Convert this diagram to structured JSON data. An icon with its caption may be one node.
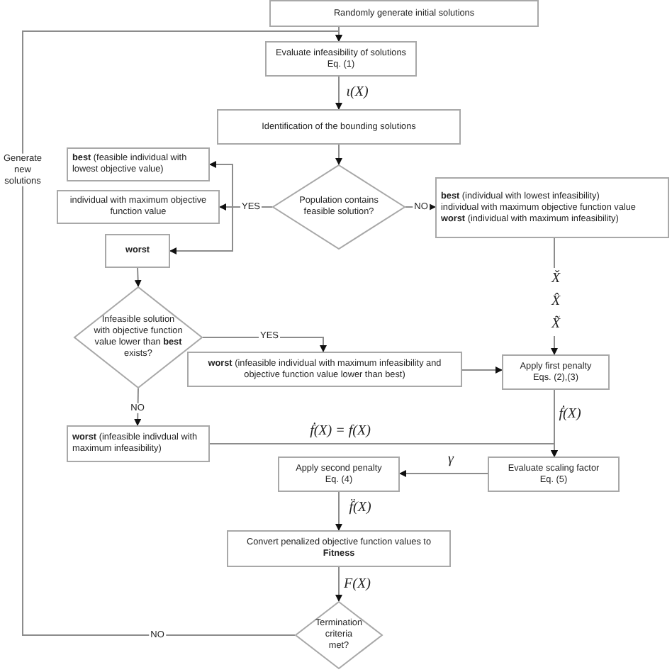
{
  "diagram": {
    "nodes": [
      {
        "text": [
          "Randomly generate initial solutions"
        ]
      },
      {
        "text": [
          "Evaluate infeasibility of solutions",
          "Eq. (1)"
        ]
      },
      {
        "text": [
          "Identification of the bounding solutions"
        ]
      },
      {
        "text": [
          "Population contains feasible solution?"
        ]
      },
      {
        "text": [
          "**best** (feasible individual with lowest objective value)"
        ]
      },
      {
        "text": [
          "individual with maximum objective function value"
        ]
      },
      {
        "text": [
          "worst"
        ]
      },
      {
        "text": [
          "Infeasible solution with objective function value lower than **best** exists?"
        ]
      },
      {
        "text": [
          "**worst** (infeasible individual with maximum infeasibility and objective function value lower than best)"
        ]
      },
      {
        "text": [
          "**best** (individual with lowest infeasibility)",
          "individual with maximum objective function value",
          "**worst** (individual with maximum infeasibility)"
        ]
      },
      {
        "text": [
          "Apply first penalty",
          "Eqs. (2),(3)"
        ]
      },
      {
        "text": [
          "**worst** (infeasible indivdual with maximum infeasibility)"
        ]
      },
      {
        "text": [
          "Evaluate scaling factor",
          "Eq. (5)"
        ]
      },
      {
        "text": [
          "Apply second penalty",
          "Eq. (4)"
        ]
      },
      {
        "text": [
          "Convert penalized objective function values to **Fitness**"
        ]
      },
      {
        "text": [
          "Termination criteria met?"
        ]
      }
    ],
    "edges": [
      {
        "from": 0,
        "to": 1,
        "arrow": "to"
      },
      {
        "from": 1,
        "to": 2,
        "arrow": "to",
        "label": "ι(X)"
      },
      {
        "from": 2,
        "to": 3,
        "arrow": "to"
      },
      {
        "from": 3,
        "to": 5,
        "arrow": "to",
        "label": "YES"
      },
      {
        "from": 3,
        "to": 4,
        "arrow": "to"
      },
      {
        "from": 3,
        "to": 6,
        "arrow": "to"
      },
      {
        "from": 3,
        "to": 9,
        "arrow": "to",
        "label": "NO"
      },
      {
        "from": 6,
        "to": 7,
        "arrow": "to"
      },
      {
        "from": 7,
        "to": 8,
        "arrow": "to",
        "label": "YES"
      },
      {
        "from": 7,
        "to": 11,
        "arrow": "to",
        "label": "NO"
      },
      {
        "from": 8,
        "to": 10,
        "arrow": "to"
      },
      {
        "from": 9,
        "to": 10,
        "arrow": "to",
        "label": "X̌ X̂ X̃"
      },
      {
        "from": 10,
        "to": 12,
        "arrow": "to",
        "label": "ḟ(X)"
      },
      {
        "from": 11,
        "to": 12,
        "arrow": "to",
        "label": "ḟ(X) = f(X)"
      },
      {
        "from": 12,
        "to": 13,
        "arrow": "to",
        "label": "γ"
      },
      {
        "from": 13,
        "to": 14,
        "arrow": "to",
        "label": "f̈(X)"
      },
      {
        "from": 14,
        "to": 15,
        "arrow": "to",
        "label": "F(X)"
      },
      {
        "from": 15,
        "to": 1,
        "arrow": "to",
        "label": "NO"
      }
    ],
    "labels": [
      "Generate new solutions"
    ]
  }
}
